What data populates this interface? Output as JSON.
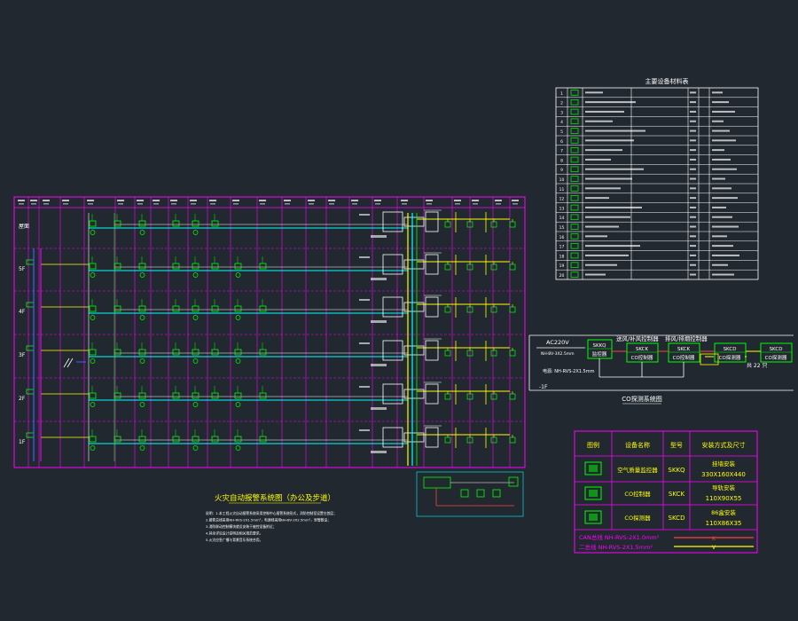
{
  "main_diagram": {
    "title": "火灾自动报警系统图（办公及步道）",
    "floors": [
      "屋面",
      "5F",
      "4F",
      "3F",
      "2F",
      "1F"
    ],
    "notes": [
      "说明：1.本工程火灾自动报警系统采用控制中心报警系统形式，消防控制室设置在首层；",
      "2.报警总线采用NH-RVS-2X1.5mm²，电源线采用NH-BV-2X2.5mm²，穿管敷设；",
      "3.消防联动控制模块就近安装于被控设备附近；",
      "4.其余详见设计说明及相关规范要求。",
      "5.火灾应急广播与背景音乐系统合用。"
    ]
  },
  "equipment_table": {
    "title": "主要设备材料表",
    "row_numbers": [
      "1",
      "2",
      "3",
      "4",
      "5",
      "6",
      "7",
      "8",
      "9",
      "10",
      "11",
      "12",
      "13",
      "14",
      "15",
      "16",
      "17",
      "18",
      "19",
      "20"
    ]
  },
  "co_diagram": {
    "title": "CO探测系统图",
    "power_label": "AC220V",
    "power_cable": "NH-BV-3X2.5mm",
    "bus_cable": "电源: NH-RVS-2X1.5mm",
    "floor_label": "-1F",
    "group_label_1": "送风/补风控制器",
    "group_label_2": "排风/排烟控制器",
    "controller_code": "SKKQ",
    "controller_name": "监控器",
    "module_code": "SKCK",
    "module_name": "CO控制器",
    "detector_code": "SKCD",
    "detector_name": "CO探测器",
    "count_note": "共 22 只"
  },
  "legend_table": {
    "headers": [
      "图例",
      "设备名称",
      "型号",
      "安装方式及尺寸"
    ],
    "rows": [
      {
        "name": "空气质量监控器",
        "model": "SKKQ",
        "install": "挂墙安装",
        "size": "330X160X440"
      },
      {
        "name": "CO控制器",
        "model": "SKCK",
        "install": "导轨安装",
        "size": "110X90X55"
      },
      {
        "name": "CO探测器",
        "model": "SKCD",
        "install": "86盒安装",
        "size": "110X86X35"
      }
    ],
    "cables": [
      {
        "label": "CAN总线 NH-RVS-2X1.0mm²",
        "symbol": "K",
        "color": "#ff4040"
      },
      {
        "label": "二总线 NH-RVS-2X1.5mm²",
        "symbol": "V",
        "color": "#ffff00"
      }
    ]
  },
  "colors": {
    "background": "#212830",
    "frame": "#ff00ff",
    "bus": "#00ffff",
    "device": "#00ff00",
    "signal": "#ffff00",
    "line": "#ffffff",
    "blue_bus": "#4060ff"
  }
}
